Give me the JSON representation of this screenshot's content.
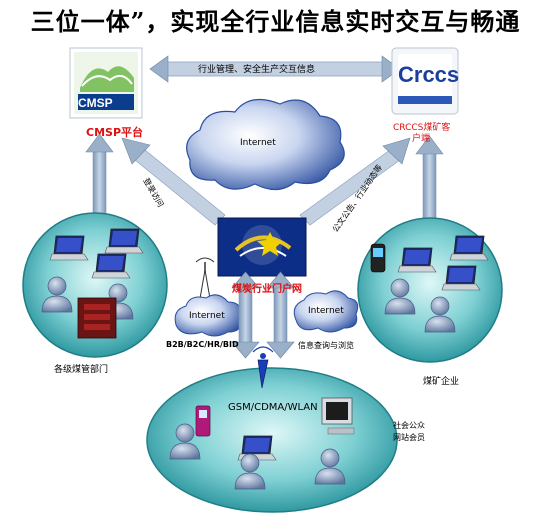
{
  "title": "三位一体”，实现全行业信息实时交互与畅通",
  "nodes": {
    "cmsp_logo": "CMSP",
    "cmsp_caption": "CMSP平台",
    "crccs_logo": "Crccs",
    "crccs_caption_line1": "CRCCS煤矿客",
    "crccs_caption_line2": "户端",
    "portal_caption": "煤炭行业门户网",
    "left_group": "各级煤管部门",
    "right_group": "煤矿企业",
    "bottom_group_line1": "社会公众",
    "bottom_group_line2": "网站会员"
  },
  "links": {
    "top": "行业管理、安全生产交互信息",
    "left_diag": "登录访问",
    "right_diag": "公文公告、行业动态等",
    "b2b": "B2B/B2C/HR/BID",
    "info": "信息查询与浏览",
    "tower": "GSM/CDMA/WLAN"
  },
  "clouds": {
    "center": "Internet",
    "left": "Internet",
    "right": "Internet"
  },
  "colors": {
    "arrow": "#9ab0c8",
    "circle": "#2f9fa6",
    "cloud": "#2b4f9e",
    "person": "#7f95b7",
    "red_text": "#dd1111"
  }
}
